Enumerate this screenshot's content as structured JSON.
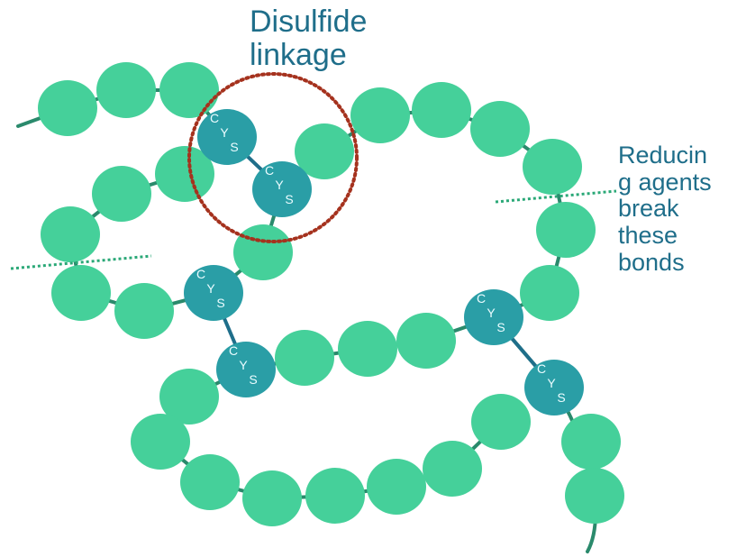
{
  "labels": {
    "disulfide": [
      "Disulfide",
      "linkage"
    ],
    "reducing": [
      "Reducin",
      "g agents",
      "break",
      "these",
      "bonds"
    ]
  },
  "cys_letters": [
    "C",
    "Y",
    "S"
  ],
  "colors": {
    "bead": "#45d09a",
    "cys_bead": "#2a9ea6",
    "backbone": "#2a8a6c",
    "bond": "#1f6e8a",
    "cys_letter": "#eafcff",
    "circle_outline": "#a5321e",
    "cut_line": "#2aa877",
    "label_text": "#1f6e8a"
  }
}
